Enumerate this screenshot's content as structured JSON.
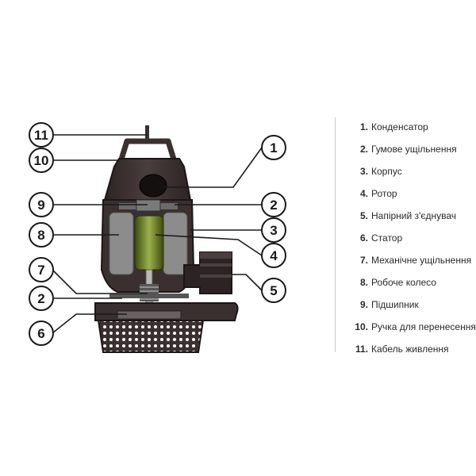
{
  "callouts": {
    "c1": "1",
    "c2a": "2",
    "c2b": "2",
    "c3": "3",
    "c4": "4",
    "c5": "5",
    "c6": "6",
    "c7": "7",
    "c8": "8",
    "c9": "9",
    "c10": "10",
    "c11": "11"
  },
  "legend": [
    {
      "num": "1.",
      "text": "Конденсатор"
    },
    {
      "num": "2.",
      "text": "Гумове ущільнення"
    },
    {
      "num": "3.",
      "text": "Корпус"
    },
    {
      "num": "4.",
      "text": "Ротор"
    },
    {
      "num": "5.",
      "text": "Напірний з'єднувач"
    },
    {
      "num": "6.",
      "text": "Статор"
    },
    {
      "num": "7.",
      "text": "Механічне ущільнення"
    },
    {
      "num": "8.",
      "text": "Робоче колесо"
    },
    {
      "num": "9.",
      "text": "Підшипник"
    },
    {
      "num": "10.",
      "text": "Ручка для перенесення"
    },
    {
      "num": "11.",
      "text": "Кабель живлення"
    }
  ]
}
